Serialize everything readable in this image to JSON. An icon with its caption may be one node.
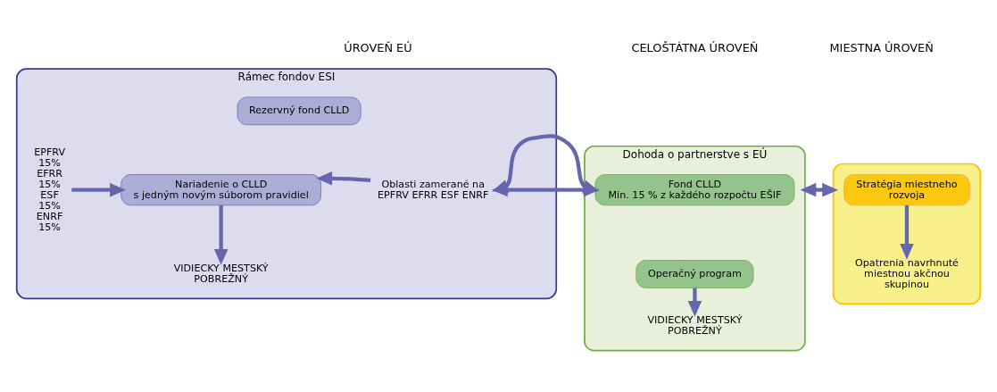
{
  "diagram": {
    "nodes": [
      {
        "text": [
          "Rámec fondov ESI"
        ]
      },
      {
        "text": [
          "EPFRV",
          "15%",
          "EFRR",
          "15%",
          "ESF",
          "15%",
          "ENRF",
          "15%"
        ],
        "in": 0
      },
      {
        "text": [
          "Rezervný fond CLLD"
        ],
        "in": 0
      },
      {
        "text": [
          "Nariadenie o CLLD",
          "s jedným novým súborom pravidiel"
        ],
        "in": 0
      },
      {
        "text": [
          "Oblasti zamerané na EPFRV EFRR ESF ENRF"
        ],
        "in": 0
      },
      {
        "text": [
          "VIDIECKY MESTSKÝ POBREŽNÝ"
        ],
        "in": 0
      },
      {
        "text": [
          "Dohoda o partnerstve s EÚ"
        ]
      },
      {
        "text": [
          "Fond CLLD",
          "Min. 15 % z každého rozpočtu EŠIF"
        ],
        "in": 6
      },
      {
        "text": [
          "Operačný program"
        ],
        "in": 6
      },
      {
        "text": [
          "VIDIECKY MESTSKÝ POBREŽNÝ"
        ],
        "in": 6
      },
      {
        "text": [],
        "shape": "box"
      },
      {
        "text": [
          "Stratégia miestneho rozvoja"
        ],
        "in": 10
      },
      {
        "text": [
          "Opatrenia navrhnuté miestnou akčnou skupinou"
        ],
        "in": 10
      }
    ],
    "edges": [
      {
        "from": 1,
        "to": 3,
        "arrow": "to"
      },
      {
        "from": 4,
        "to": 3,
        "arrow": "to"
      },
      {
        "from": 3,
        "to": 5,
        "arrow": "to"
      },
      {
        "from": 0,
        "to": 6,
        "arrow": "both"
      },
      {
        "from": 8,
        "to": 9,
        "arrow": "to"
      },
      {
        "from": 6,
        "to": 10,
        "arrow": "both"
      },
      {
        "from": 11,
        "to": 12,
        "arrow": "to"
      }
    ],
    "labels": [
      "ÚROVEŇ EÚ",
      "CELOŠTÁTNA ÚROVEŇ",
      "MIESTNA ÚROVEŇ"
    ]
  }
}
